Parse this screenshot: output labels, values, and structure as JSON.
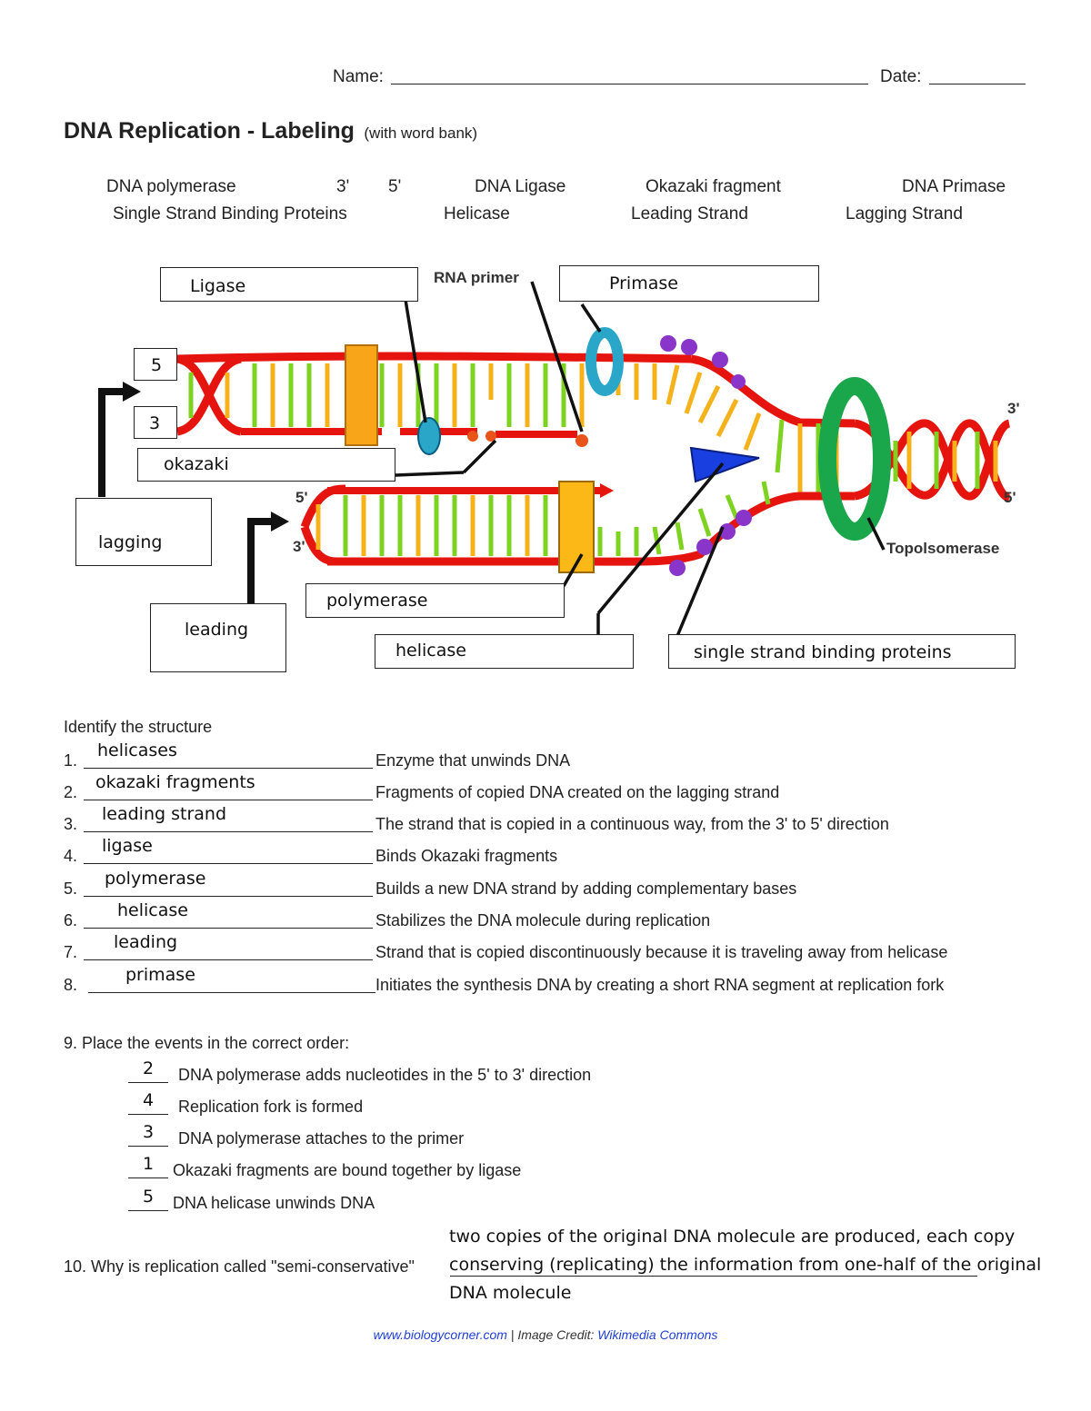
{
  "header": {
    "name_label": "Name:",
    "date_label": "Date:",
    "title": "DNA Replication - Labeling",
    "subtitle": "(with word bank)"
  },
  "word_bank": {
    "row1": [
      "DNA polymerase",
      "3'",
      "5'",
      "DNA Ligase",
      "Okazaki fragment",
      "DNA Primase"
    ],
    "row2": [
      "Single Strand Binding Proteins",
      "Helicase",
      "Leading Strand",
      "Lagging Strand"
    ]
  },
  "diagram": {
    "printed": {
      "rna_primer": "RNA primer",
      "topoisomerase": "Topolsomerase",
      "three_prime_top": "3'",
      "five_prime_right": "5'",
      "five_prime_left": "5'",
      "three_prime_left": "3'"
    },
    "answers": {
      "ligase": "Ligase",
      "primase": "Primase",
      "five": "5",
      "three": "3",
      "okazaki": "okazaki",
      "lagging": "lagging",
      "leading": "leading",
      "polymerase": "polymerase",
      "helicase": "helicase",
      "ssb": "single strand binding proteins"
    },
    "colors": {
      "backbone": "#e5140f",
      "base_green": "#7ed321",
      "base_yellow": "#f5b21a",
      "polymerase": "#f9a51a",
      "primase": "#2aa7c8",
      "topoisomerase": "#1aa64a",
      "helicase": "#1a3fe0",
      "ssb": "#8a35c9"
    }
  },
  "identify": {
    "heading": "Identify the structure",
    "items": [
      {
        "num": "1.",
        "answer": "helicases",
        "desc": "Enzyme that unwinds DNA"
      },
      {
        "num": "2.",
        "answer": "okazaki fragments",
        "desc": "Fragments of copied DNA created on the lagging strand"
      },
      {
        "num": "3.",
        "answer": "leading strand",
        "desc": "The strand that is copied in a continuous way, from the 3' to 5' direction"
      },
      {
        "num": "4.",
        "answer": "ligase",
        "desc": "Binds Okazaki fragments"
      },
      {
        "num": "5.",
        "answer": "polymerase",
        "desc": "Builds a new DNA strand by adding complementary bases"
      },
      {
        "num": "6.",
        "answer": "helicase",
        "desc": "Stabilizes the DNA molecule during replication"
      },
      {
        "num": "7.",
        "answer": "leading",
        "desc": "Strand that is copied discontinuously because it is traveling away from helicase"
      },
      {
        "num": "8.",
        "answer": "primase",
        "desc": "Initiates the synthesis DNA by creating a short RNA segment at replication fork"
      }
    ]
  },
  "order": {
    "question": "9.  Place the events in the correct order:",
    "items": [
      {
        "answer": "2",
        "text": "DNA polymerase adds nucleotides in the 5' to 3' direction"
      },
      {
        "answer": "4",
        "text": "Replication fork is formed"
      },
      {
        "answer": "3",
        "text": "DNA polymerase attaches to the primer"
      },
      {
        "answer": "1",
        "text": "Okazaki fragments are bound together by ligase"
      },
      {
        "answer": "5",
        "text": "DNA helicase unwinds DNA"
      }
    ]
  },
  "q10": {
    "question": "10.  Why is replication called \"semi-conservative\"",
    "answer_line1": "two copies of the original DNA molecule are produced, each copy",
    "answer_line2": "conserving (replicating) the information from one-half of the original",
    "answer_line3": "DNA molecule"
  },
  "footer": {
    "site": "www.biologycorner.com",
    "separator": " | Image Credit: ",
    "credit": "Wikimedia Commons"
  }
}
